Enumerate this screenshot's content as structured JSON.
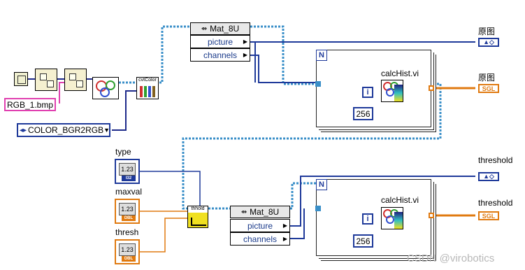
{
  "mat_header": "Mat_8U",
  "mat_fields": {
    "picture": "picture",
    "channels": "channels"
  },
  "file_constant": "RGB_1.bmp",
  "enum_constant": "COLOR_BGR2RGB",
  "cvt_label": "cvtColor",
  "threshold_label": "thhold",
  "loop_count_label": "N",
  "iteration_label": "i",
  "calc_hist_label": "calcHist.vi",
  "bins_constant": "256",
  "controls": {
    "type": "type",
    "maxval": "maxval",
    "thresh": "thresh"
  },
  "numeric_display": "1.23",
  "control_rep": {
    "type": "I32",
    "maxval": "DBL",
    "thresh": "DBL"
  },
  "indicators": {
    "orig_image": "原图",
    "orig_hist": "原图",
    "thr_image": "threshold",
    "thr_hist": "threshold"
  },
  "indicator_tags": {
    "image": "",
    "sgl": "SGL"
  },
  "watermark": "CSDN @virobotics",
  "colors": {
    "wire_blue": "#1f3a9a",
    "wire_teal": "#3a8fc8",
    "wire_orange": "#e07a10",
    "wire_pink": "#e040b0",
    "wire_dark": "#1e2a8a"
  }
}
